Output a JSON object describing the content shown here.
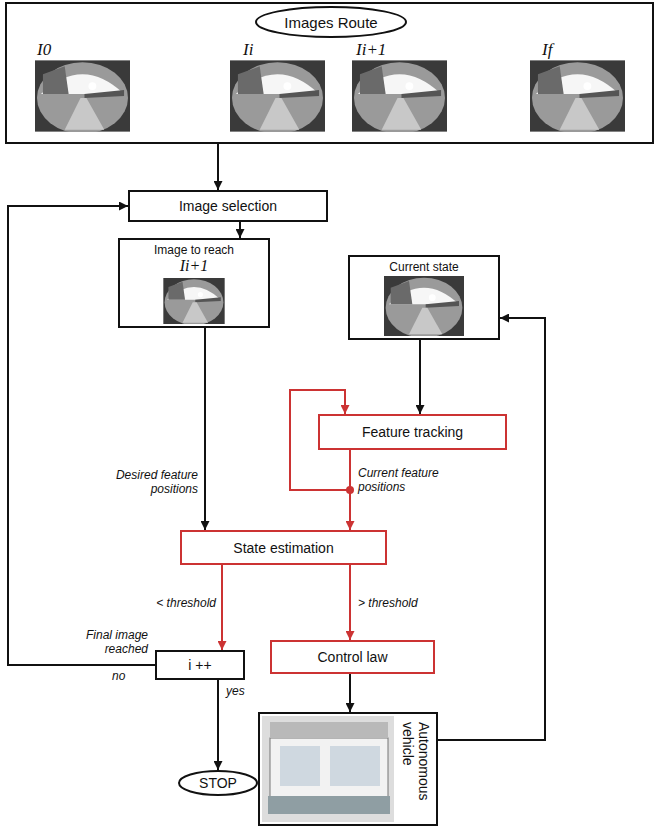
{
  "diagram": {
    "nodes": [
      {
        "text": [
          "I0",
          "Ii",
          "Ii+1",
          "If"
        ]
      },
      {
        "text": [
          "Images Route"
        ],
        "in": 0
      },
      {
        "text": [
          "Image selection"
        ]
      },
      {
        "text": [
          "Image to reach",
          "Ii+1"
        ]
      },
      {
        "text": [
          "Current state"
        ]
      },
      {
        "text": [
          "Feature tracking"
        ]
      },
      {
        "text": [
          "State estimation"
        ]
      },
      {
        "text": [
          "i ++"
        ]
      },
      {
        "text": [
          "Control law"
        ]
      },
      {
        "text": [
          "Autonomous vehicle"
        ]
      },
      {
        "text": [
          "STOP"
        ]
      }
    ],
    "edges": [
      {
        "from": 0,
        "to": 2,
        "arrow": "to"
      },
      {
        "from": 2,
        "to": 3,
        "arrow": "to"
      },
      {
        "from": 3,
        "to": 6,
        "label": "Desired feature positions",
        "arrow": "to"
      },
      {
        "from": 4,
        "to": 5,
        "arrow": "to"
      },
      {
        "from": 5,
        "to": 6,
        "label": "Current feature positions",
        "arrow": "to"
      },
      {
        "from": 5,
        "to": 5,
        "arrow": "to"
      },
      {
        "from": 6,
        "to": 7,
        "label": "< threshold",
        "arrow": "to"
      },
      {
        "from": 6,
        "to": 8,
        "label": "> threshold",
        "arrow": "to"
      },
      {
        "from": 7,
        "to": 2,
        "label": "no",
        "arrow": "to"
      },
      {
        "from": 7,
        "to": 10,
        "label": "yes",
        "arrow": "to"
      },
      {
        "from": 8,
        "to": 9,
        "arrow": "to"
      },
      {
        "from": 9,
        "to": 4,
        "arrow": "to"
      }
    ],
    "labels": [
      "Final image reached"
    ]
  }
}
